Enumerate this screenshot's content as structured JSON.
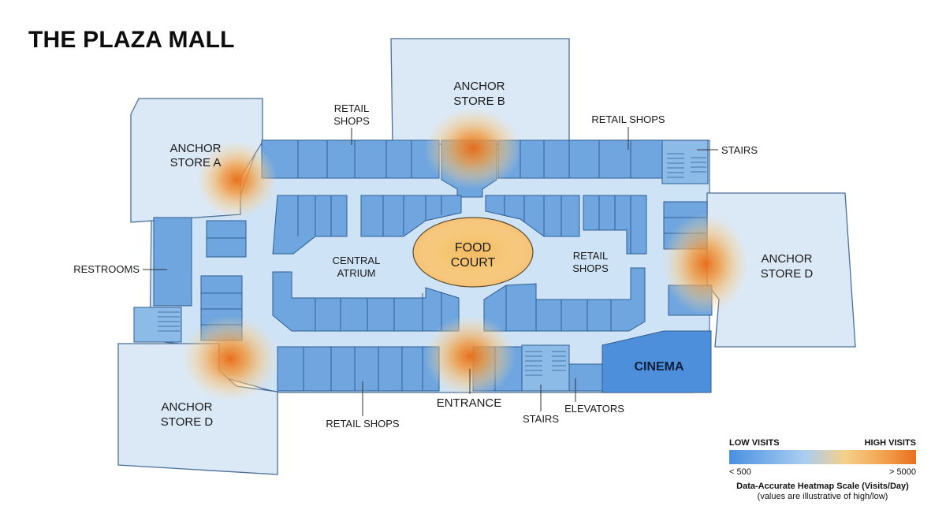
{
  "title": "THE PLAZA MALL",
  "areas": {
    "anchor_a": [
      "ANCHOR",
      "STORE A"
    ],
    "anchor_b": [
      "ANCHOR",
      "STORE B"
    ],
    "anchor_d_right": [
      "ANCHOR",
      "STORE D"
    ],
    "anchor_d_left": [
      "ANCHOR",
      "STORE D"
    ],
    "food_court": [
      "FOOD",
      "COURT"
    ],
    "central_atrium": [
      "CENTRAL",
      "ATRIUM"
    ],
    "retail_shops_inner": [
      "RETAIL",
      "SHOPS"
    ],
    "retail_shops_top_left": [
      "RETAIL",
      "SHOPS"
    ],
    "retail_shops_top_right": "RETAIL SHOPS",
    "retail_shops_bottom": "RETAIL SHOPS",
    "cinema": "CINEMA",
    "restrooms": "RESTROOMS",
    "stairs_top": "STAIRS",
    "stairs_bottom": "STAIRS",
    "elevators": "ELEVATORS",
    "entrance": "ENTRANCE"
  },
  "hotspots": [
    {
      "name": "anchor-store-b-entry",
      "intensity": "high"
    },
    {
      "name": "anchor-store-a-entry",
      "intensity": "high"
    },
    {
      "name": "anchor-store-d-right-entry",
      "intensity": "high"
    },
    {
      "name": "anchor-store-d-left-entry",
      "intensity": "high"
    },
    {
      "name": "entrance",
      "intensity": "high"
    },
    {
      "name": "food-court",
      "intensity": "medium"
    }
  ],
  "legend": {
    "low_label": "LOW VISITS",
    "high_label": "HIGH VISITS",
    "min_value": "< 500",
    "max_value": "> 5000",
    "caption": "Data-Accurate Heatmap Scale (Visits/Day)",
    "note": "(values are illustrative of high/low)",
    "colors": [
      "#4a90e2",
      "#a9cdf2",
      "#f4d08a",
      "#f3a451",
      "#e8701d"
    ]
  }
}
